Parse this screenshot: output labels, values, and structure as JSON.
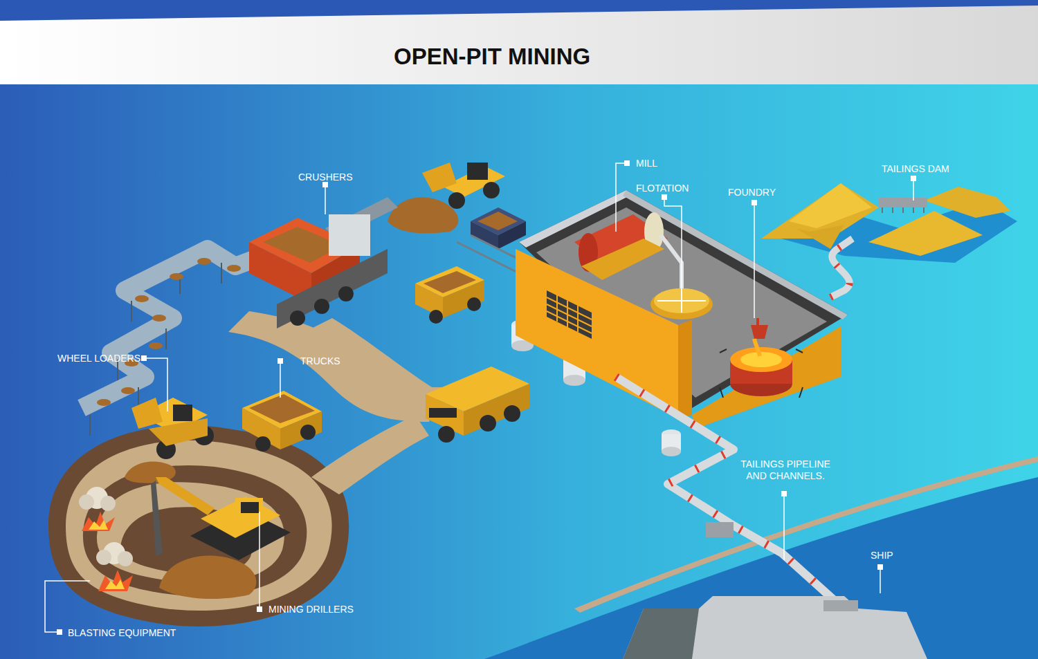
{
  "diagram": {
    "title": "OPEN-PIT MINING",
    "labels": [
      "CRUSHERS",
      "MILL",
      "FLOTATION",
      "FOUNDRY",
      "TAILINGS DAM",
      "WHEEL LOADERS",
      "TRUCKS",
      "TAILINGS PIPELINE AND CHANNELS.",
      "SHIP",
      "MINING DRILLERS",
      "BLASTING EQUIPMENT"
    ]
  }
}
